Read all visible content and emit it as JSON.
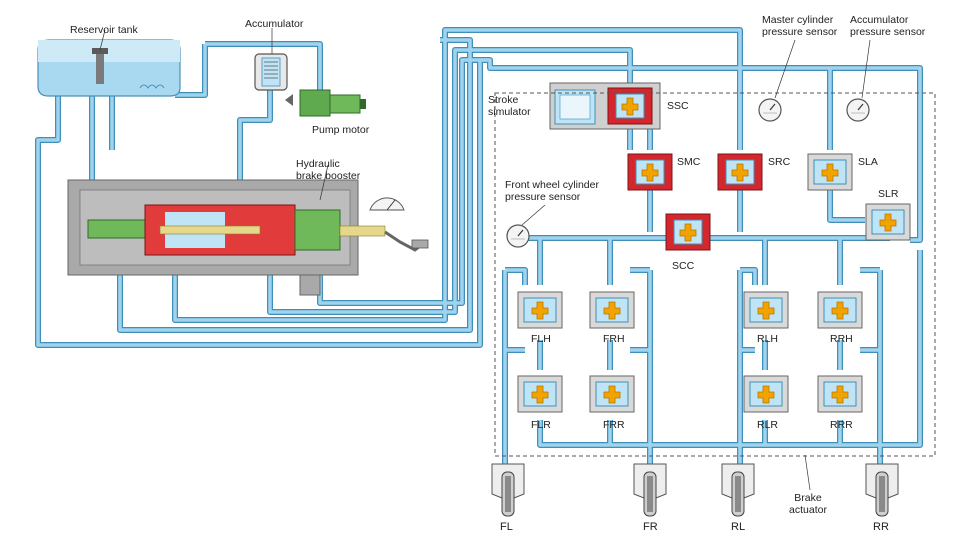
{
  "colors": {
    "pipe": "#7cc3e6",
    "pipe_outline": "#3f8fb8",
    "fluid": "#bfe4f5",
    "solenoid": "#d4262d",
    "valve_core": "#f2a300",
    "booster_body": "#a9a9a9",
    "booster_green": "#6fb95a",
    "booster_red": "#e23b3b",
    "reservoir": "#a9d9f0",
    "pump": "#5faa4f",
    "actuator_border": "#555555"
  },
  "labels": {
    "reservoir": "Reservoir tank",
    "accumulator": "Accumulator",
    "pump_motor": "Pump motor",
    "booster": "Hydraulic\nbrake booster",
    "stroke_sim": "Stroke\nsimulator",
    "master_sensor": "Master cylinder\npressure sensor",
    "acc_sensor": "Accumulator\npressure sensor",
    "front_sensor": "Front wheel cylinder\npressure sensor",
    "brake_actuator": "Brake\nactuator"
  },
  "valves": {
    "ssc": "SSC",
    "smc": "SMC",
    "src": "SRC",
    "sla": "SLA",
    "slr": "SLR",
    "scc": "SCC",
    "flh": "FLH",
    "frh": "FRH",
    "rlh": "RLH",
    "rrh": "RRH",
    "flr": "FLR",
    "frr": "FRR",
    "rlr": "RLR",
    "rrr": "RRR"
  },
  "wheels": {
    "fl": "FL",
    "fr": "FR",
    "rl": "RL",
    "rr": "RR"
  }
}
